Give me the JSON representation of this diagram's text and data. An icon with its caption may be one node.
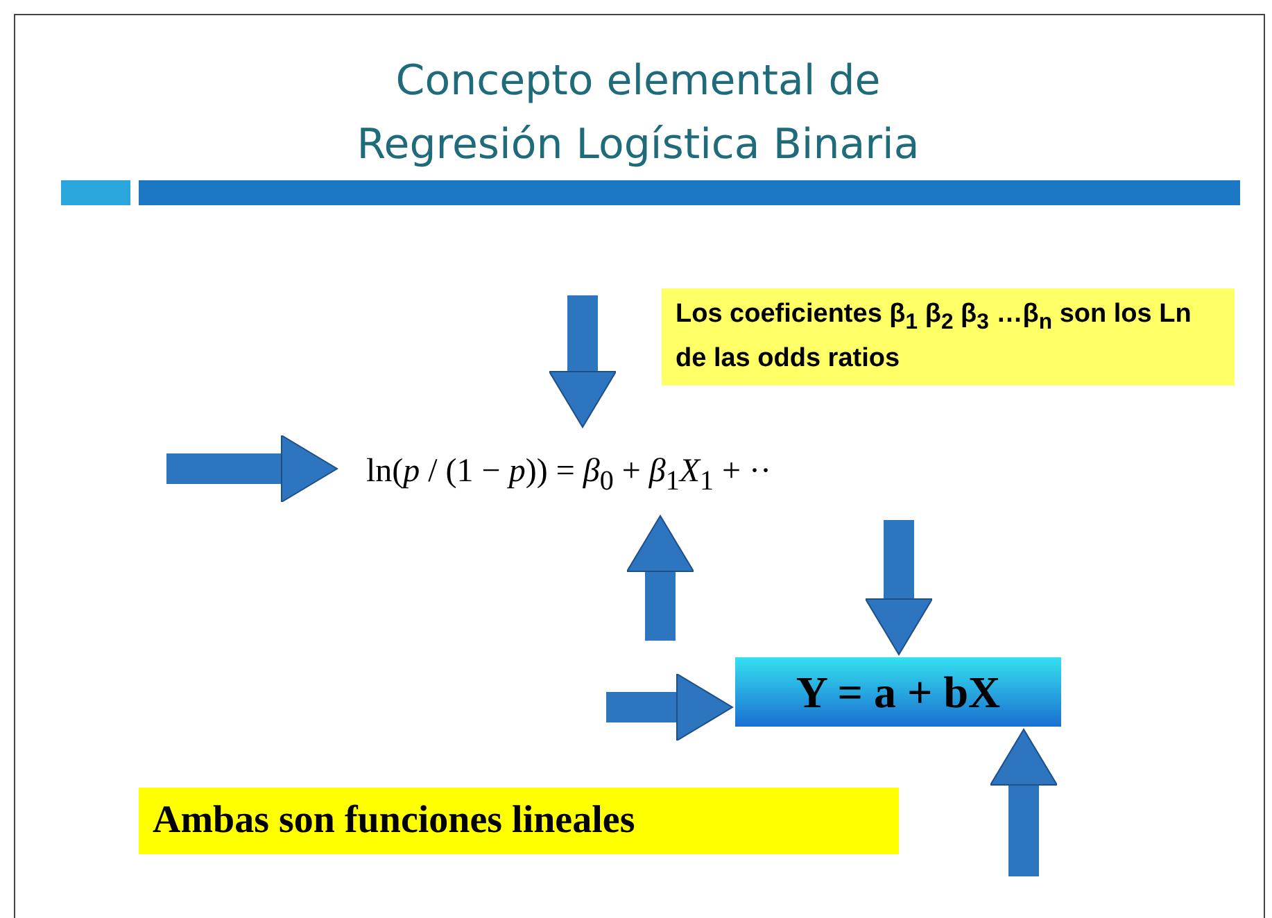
{
  "diagram": {
    "title": "Concepto elemental de Regresión Logística Binaria",
    "nodes": [
      {
        "text": [
          "Los coeficientes β$_{1}$ β$_{2}$ β$_{3}$ …β$_{n}$ son los Ln de las odds ratios"
        ]
      },
      {
        "text": [
          "ln(*p* / (1 − *p*)) = *β*$_{0}$ + *β*$_{1}$*X*$_{1}$ + ··"
        ]
      },
      {
        "text": [
          "Y = a + bX"
        ]
      },
      {
        "text": [
          "Ambas son funciones lineales"
        ]
      }
    ],
    "edges": [
      {
        "from": null,
        "to": 1,
        "arrow": "to"
      },
      {
        "from": null,
        "to": 1,
        "arrow": "to"
      },
      {
        "from": null,
        "to": 1,
        "arrow": "to"
      },
      {
        "from": null,
        "to": 2,
        "arrow": "to"
      },
      {
        "from": null,
        "to": 2,
        "arrow": "to"
      },
      {
        "from": null,
        "to": 2,
        "arrow": "to"
      }
    ]
  }
}
